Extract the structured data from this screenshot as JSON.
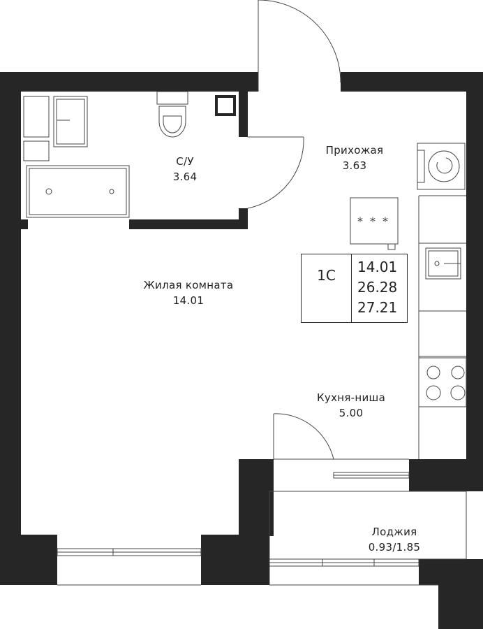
{
  "rooms": {
    "bathroom": {
      "name": "С/У",
      "area": "3.64"
    },
    "hallway": {
      "name": "Прихожая",
      "area": "3.63"
    },
    "living": {
      "name": "Жилая комната",
      "area": "14.01"
    },
    "kitchen": {
      "name": "Кухня-ниша",
      "area": "5.00"
    },
    "loggia": {
      "name": "Лоджия",
      "area": "0.93/1.85"
    }
  },
  "summary": {
    "type": "1С",
    "areas": [
      "14.01",
      "26.28",
      "27.21"
    ]
  },
  "colors": {
    "wall": "#262626",
    "line": "#444444",
    "background": "#ffffff"
  }
}
